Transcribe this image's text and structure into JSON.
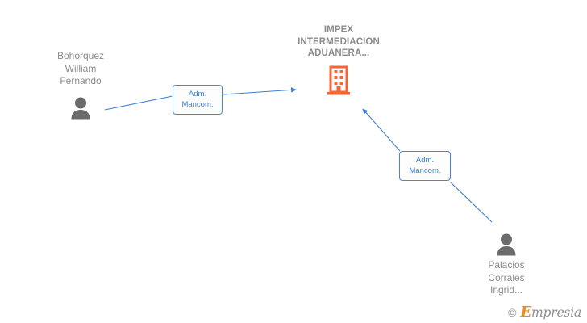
{
  "graph": {
    "type": "relationship-diagram",
    "background_color": "#ffffff",
    "company": {
      "name": "IMPEX\nINTERMEDIACION\nADUANERA...",
      "icon": "building-icon",
      "icon_color": "#fa6432",
      "text_color": "#8b8b8b"
    },
    "persons": [
      {
        "id": "person-left",
        "name": "Bohorquez\nWilliam\nFernando",
        "icon": "person-icon",
        "icon_color": "#6b6b6b",
        "text_color": "#8b8b8b"
      },
      {
        "id": "person-right",
        "name": "Palacios\nCorrales\nIngrid...",
        "icon": "person-icon",
        "icon_color": "#6b6b6b",
        "text_color": "#8b8b8b"
      }
    ],
    "relations": [
      {
        "id": "relation-left",
        "label": "Adm.\nMancom.",
        "from": "person-left",
        "to": "company",
        "edge_color": "#3f7fd0",
        "border_color": "#4a86d6"
      },
      {
        "id": "relation-right",
        "label": "Adm.\nMancom.",
        "from": "person-right",
        "to": "company",
        "edge_color": "#3f7fd0",
        "border_color": "#4a86d6"
      }
    ]
  },
  "watermark": {
    "copyright": "©",
    "brand_initial": "E",
    "brand_rest": "mpresia",
    "brand_color": "#f08a1e",
    "text_color": "#8e8e8e"
  }
}
